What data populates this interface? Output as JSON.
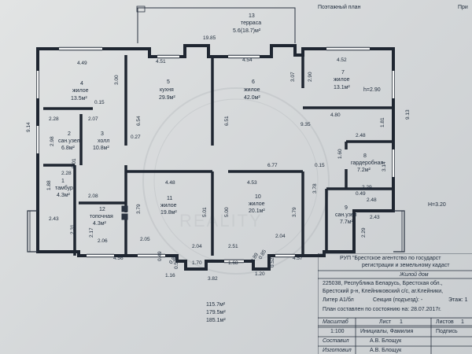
{
  "header": {
    "title": "Поэтажный план",
    "title_right": "При"
  },
  "dimensions": {
    "d1": "19.85",
    "d2": "4.49",
    "d3": "3.00",
    "d4": "4.51",
    "d5": "4.54",
    "d6": "4.52",
    "d7": "3.07",
    "d8": "2.90",
    "d9": "9.14",
    "d10": "9.13",
    "d11": "0.15",
    "d12": "2.28",
    "d13": "2.07",
    "d14": "6.54",
    "d15": "6.51",
    "d16": "4.80",
    "d17": "1.81",
    "d18": "9.35",
    "d19": "2.98",
    "d20": "0.27",
    "d21": "2.48",
    "d22": "5.01",
    "d23": "1.60",
    "d24": "3.14",
    "d25": "2.28",
    "d26": "6.77",
    "d27": "0.15",
    "d28": "4.53",
    "d29": "1.88",
    "d30": "4.48",
    "d31": "3.78",
    "d32": "2.29",
    "d33": "0.49",
    "d34": "2.08",
    "d35": "2.48",
    "d36": "3.79",
    "d37": "5.01",
    "d38": "5.00",
    "d39": "3.79",
    "d40": "2.43",
    "d41": "2.43",
    "d42": "2.31",
    "d43": "2.17",
    "d44": "2.05",
    "d45": "2.51",
    "d46": "2.04",
    "d47": "2.04",
    "d48": "2.29",
    "d49": "2.06",
    "d50": "4.56",
    "d51": "0.49",
    "d52": "0.86",
    "d53": "1.70",
    "d54": "1.68",
    "d55": "0.89",
    "d56": "0.85",
    "d57": "4.57",
    "d58": "1.16",
    "d59": "3.82",
    "d60": "1.20",
    "d61": "0.52",
    "d62": "0.57"
  },
  "rooms": {
    "r13": {
      "num": "13",
      "name": "терраса",
      "area": "5.6(18.7)м²"
    },
    "r4": {
      "num": "4",
      "name": "жилое",
      "area": "13.5м²"
    },
    "r5": {
      "num": "5",
      "name": "кухня",
      "area": "29.9м²"
    },
    "r6": {
      "num": "6",
      "name": "жилое",
      "area": "42.0м²"
    },
    "r7": {
      "num": "7",
      "name": "жилое",
      "area": "13.1м²",
      "height": "h=2.90"
    },
    "r2": {
      "num": "2",
      "name": "сан.узел",
      "area": "6.8м²"
    },
    "r3": {
      "num": "3",
      "name": "холл",
      "area": "10.8м²"
    },
    "r8": {
      "num": "8",
      "name": "гардеробная",
      "area": "7.2м²"
    },
    "r1": {
      "num": "1",
      "name": "тамбур",
      "area": "4.3м²"
    },
    "r11": {
      "num": "11",
      "name": "жилое",
      "area": "19.8м²"
    },
    "r10": {
      "num": "10",
      "name": "жилое",
      "area": "20.1м²"
    },
    "r12": {
      "num": "12",
      "name": "топочная",
      "area": "4.3м²"
    },
    "r9": {
      "num": "9",
      "name": "сан.узел",
      "area": "7.7м²"
    },
    "height_note": "H=3.20"
  },
  "stamp": {
    "org": "РУП \"Брестское агентство по государст",
    "org2": "регистрации и земельному кадаст",
    "object": "Жилой дом",
    "address1": "225038, Республика Беларусь, Брестская обл.,",
    "address2": "Брестский р-н, Клейниковский с/с, аг.Клейники,",
    "litera": "Литер А1/бл",
    "section": "Секция (подъезд): -",
    "floor": "Этаж: 1",
    "state": "План составлен по состоянию на: 28.07.2017г.",
    "scale_label": "Масштаб",
    "sheet_label": "Лист",
    "sheet_num": "1",
    "sheets_label": "Листов",
    "sheets_num": "1",
    "scale": "1:100",
    "initials_label": "Инициалы, Фамилия",
    "signature_label": "Подпись",
    "composed_label": "Составил",
    "composed_name": "А.В. Блощук",
    "checked_label": "Изготовил",
    "checked_name": "А.В. Блощук"
  },
  "areas": {
    "a1": "115.7м²",
    "a2": "179.5м²",
    "a3": "185.1м²"
  }
}
